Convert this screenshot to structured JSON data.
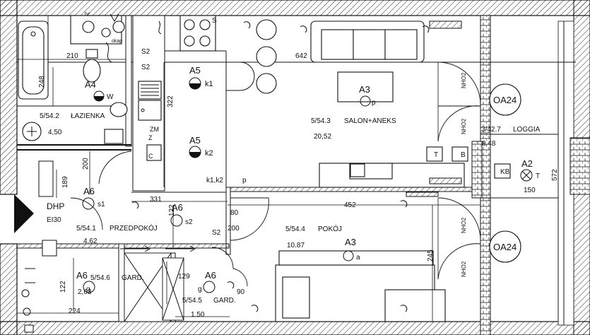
{
  "rooms": [
    {
      "code": "5/54.2",
      "name": "ŁAZIENKA",
      "area": "4,50"
    },
    {
      "code": "5/54.3",
      "name": "SALON+ANEKS",
      "area": "20,52"
    },
    {
      "code": "3/42.7",
      "name": "LOGGIA",
      "area": "8.48"
    },
    {
      "code": "5/54.1",
      "name": "PRZEDPOKÓJ",
      "area": "4.62"
    },
    {
      "code": "5/54.4",
      "name": "POKÓJ",
      "area": "10.87"
    },
    {
      "code": "5/54.6",
      "name": "GARD.",
      "area": "2,63"
    },
    {
      "code": "5/54.5",
      "name": "GARD.",
      "area": "1.50"
    }
  ],
  "dimensions": {
    "d210": "210",
    "d248": "248",
    "d642": "642",
    "d322": "322",
    "d200": "200",
    "d189": "189",
    "d331": "331",
    "d452": "452",
    "d245": "245",
    "d572": "572",
    "d150": "150",
    "d122a": "122",
    "d122b": "122",
    "d129": "129",
    "d224": "224",
    "d80": "80",
    "d200b": "200",
    "d90": "90"
  },
  "fixtures": {
    "A5": "A5",
    "A4": "A4",
    "A3": "A3",
    "A2": "A2",
    "A6": "A6",
    "k1": "k1",
    "k2": "k2",
    "k1k2": "k1,k2",
    "s1": "s1",
    "s2": "s2",
    "W": "W",
    "p": "p",
    "a": "a",
    "g": "g",
    "T": "T",
    "B": "B",
    "Z": "Z",
    "ZM": "ZM",
    "C": "C",
    "S": "S",
    "S2": "S2",
    "okap": "okap",
    "hz": "hz",
    "OA24": "OA24",
    "NHO2": "NHO2",
    "DHP": "DHP",
    "EI30": "EI30",
    "KB": "KB"
  }
}
